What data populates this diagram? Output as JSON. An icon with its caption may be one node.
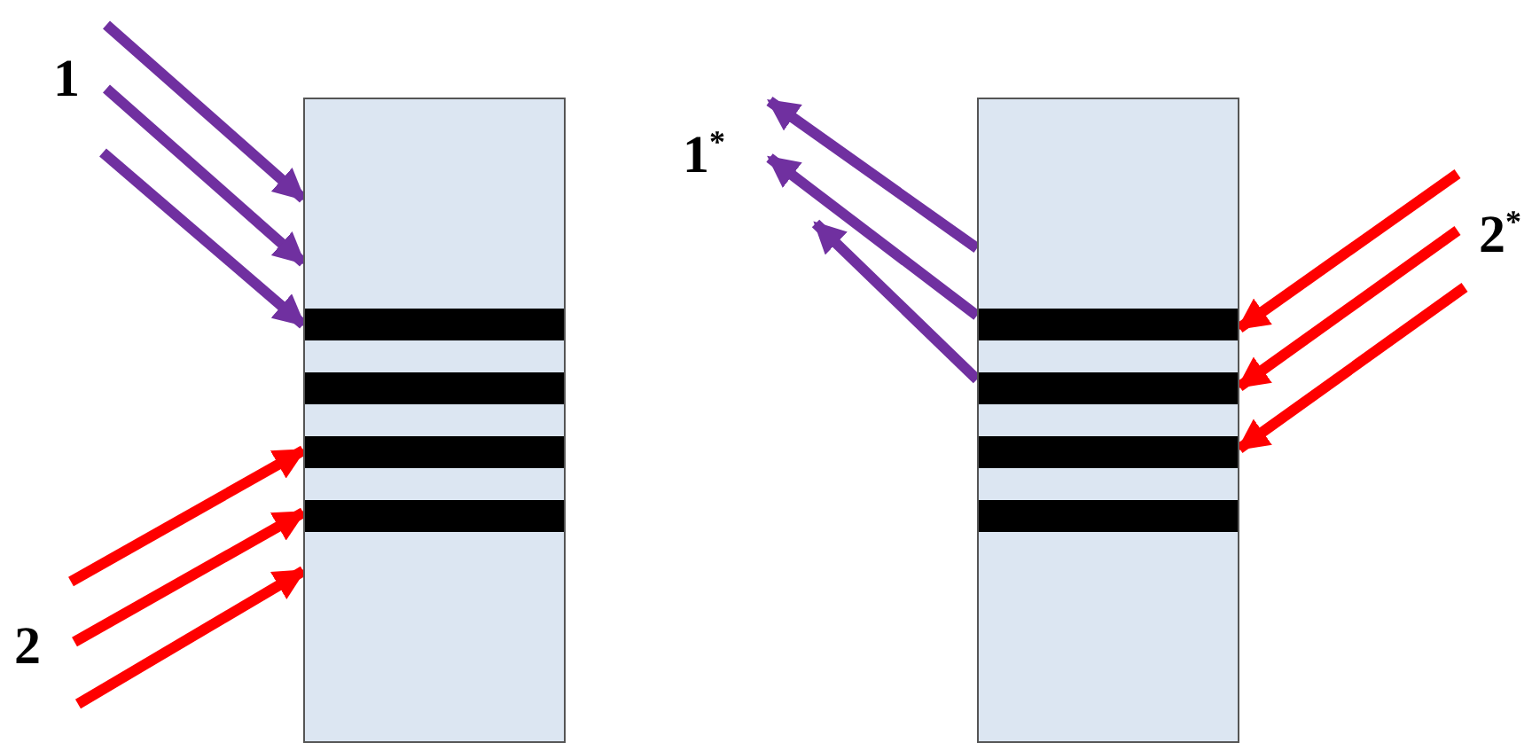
{
  "diagram": {
    "nodes": [
      {
        "text": [],
        "shape": "box"
      },
      {
        "text": [],
        "shape": "box"
      }
    ],
    "edges": [
      {
        "from": null,
        "to": 0,
        "arrow": "to",
        "color": "#7030a0"
      },
      {
        "from": null,
        "to": 0,
        "arrow": "to",
        "color": "#7030a0"
      },
      {
        "from": null,
        "to": 0,
        "arrow": "to",
        "color": "#7030a0"
      },
      {
        "from": null,
        "to": 0,
        "arrow": "to",
        "color": "#ff0000"
      },
      {
        "from": null,
        "to": 0,
        "arrow": "to",
        "color": "#ff0000"
      },
      {
        "from": null,
        "to": 0,
        "arrow": "to",
        "color": "#ff0000"
      },
      {
        "from": 1,
        "to": null,
        "arrow": "to",
        "color": "#7030a0"
      },
      {
        "from": 1,
        "to": null,
        "arrow": "to",
        "color": "#7030a0"
      },
      {
        "from": 1,
        "to": null,
        "arrow": "to",
        "color": "#7030a0"
      },
      {
        "from": null,
        "to": 1,
        "arrow": "to",
        "color": "#ff0000"
      },
      {
        "from": null,
        "to": 1,
        "arrow": "to",
        "color": "#ff0000"
      },
      {
        "from": null,
        "to": 1,
        "arrow": "to",
        "color": "#ff0000"
      }
    ],
    "labels": [
      "1",
      "2",
      "1$^{*}$",
      "2$^{*}$"
    ]
  }
}
